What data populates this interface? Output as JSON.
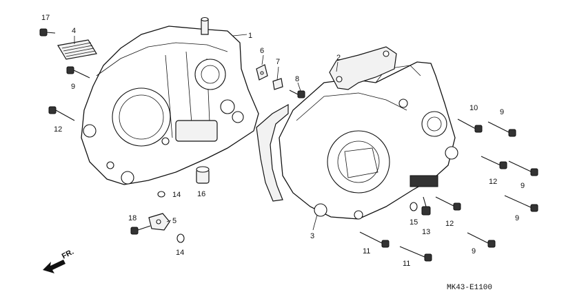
{
  "callouts": {
    "c1": "1",
    "c2": "2",
    "c3": "3",
    "c4": "4",
    "c5": "5",
    "c6": "6",
    "c7": "7",
    "c8": "8",
    "c9a": "9",
    "c9b": "9",
    "c9c": "9",
    "c9d": "9",
    "c9e": "9",
    "c10": "10",
    "c11a": "11",
    "c11b": "11",
    "c12a": "12",
    "c12b": "12",
    "c12c": "12",
    "c13": "13",
    "c14a": "14",
    "c14b": "14",
    "c15": "15",
    "c16": "16",
    "c17": "17",
    "c18": "18"
  },
  "front_arrow_label": "FR.",
  "drawing_code": "MK43-E1100"
}
